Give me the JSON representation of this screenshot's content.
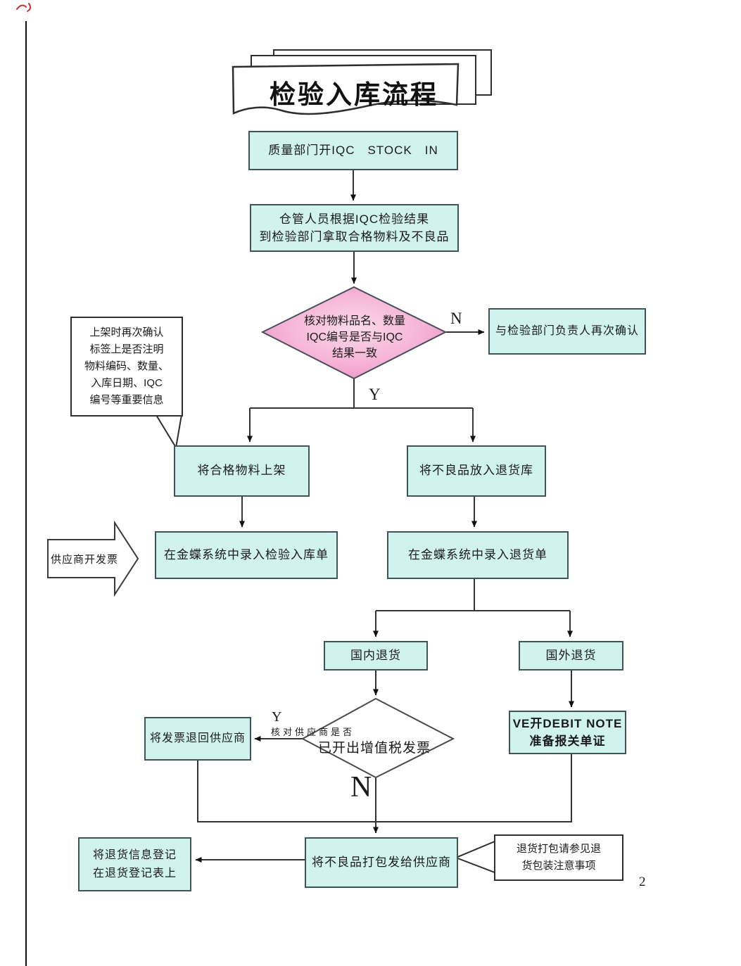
{
  "title": {
    "text": "检验入库流程"
  },
  "nodes": {
    "start": "质量部门开IQC　STOCK　IN",
    "fetch": [
      "仓管人员根据IQC检验结果",
      "到检验部门拿取合格物料及不良品"
    ],
    "check_diamond": [
      "核对物料品名、数量",
      "IQC编号是否与IQC",
      "结果一致"
    ],
    "reconfirm": "与检验部门负责人再次确认",
    "shelf": "将合格物料上架",
    "defect_store": "将不良品放入退货库",
    "kingdee_in": "在金蝶系统中录入检验入库单",
    "kingdee_return": "在金蝶系统中录入退货单",
    "domestic": "国内退货",
    "overseas": "国外退货",
    "vat_diamond": [
      "核对供应商是否",
      "已开出增值税发票"
    ],
    "return_invoice": "将发票退回供应商",
    "debit_note": [
      "VE开DEBIT NOTE",
      "准备报关单证"
    ],
    "pack_send": "将不良品打包发给供应商",
    "register": [
      "将退货信息登记",
      "在退货登记表上"
    ]
  },
  "callouts": {
    "shelf_note": [
      "上架时再次确认",
      "标签上是否注明",
      "物料编码、数量、",
      "入库日期、IQC",
      "编号等重要信息"
    ],
    "pack_note": [
      "退货打包请参见退",
      "货包装注意事项"
    ],
    "supplier_arrow": "供应商开发票"
  },
  "labels": {
    "no1": "N",
    "yes1": "Y",
    "yes2": "Y",
    "no2": "N"
  },
  "page": {
    "number": "2"
  },
  "colors": {
    "box_fill": "#d0f3ee",
    "box_border": "#3f5457",
    "diamond_pink_center": "#fbd3e6",
    "diamond_pink_edge": "#ee8fc4",
    "line": "#333333",
    "accent_red": "#cc2222"
  }
}
